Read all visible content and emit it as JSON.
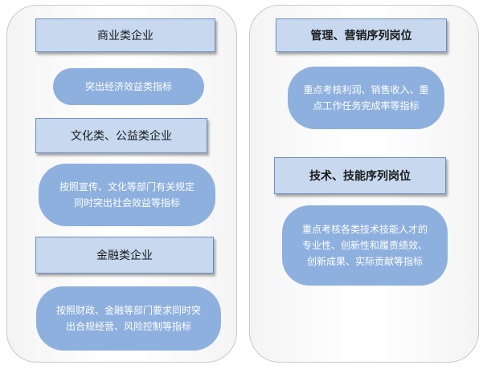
{
  "left": {
    "sections": [
      {
        "title": "商业类企业",
        "lines": [
          "突出经济效益类指标"
        ]
      },
      {
        "title": "文化类、公益类企业",
        "lines": [
          "按照宣传、文化等部门有关规定",
          "同时突出社会效益等指标"
        ]
      },
      {
        "title": "金融类企业",
        "lines": [
          "按照财政、金融等部门要求同时突",
          "出合规经营、风险控制等指标"
        ]
      }
    ]
  },
  "right": {
    "sections": [
      {
        "title": "管理、营销序列岗位",
        "lines": [
          "重点考核利润、销售收入、重",
          "点工作任务完成率等指标"
        ]
      },
      {
        "title": "技术、技能序列岗位",
        "lines": [
          "重点考核各类技术技能人才的",
          "专业性、创新性和履责绩效、",
          "创新成果、实际贡献等指标"
        ]
      }
    ]
  },
  "colors": {
    "header_fill": "#c7d8ef",
    "header_border": "#6d8fbf",
    "pill_fill": "#8eb0df",
    "pill_text": "#ffffff"
  }
}
